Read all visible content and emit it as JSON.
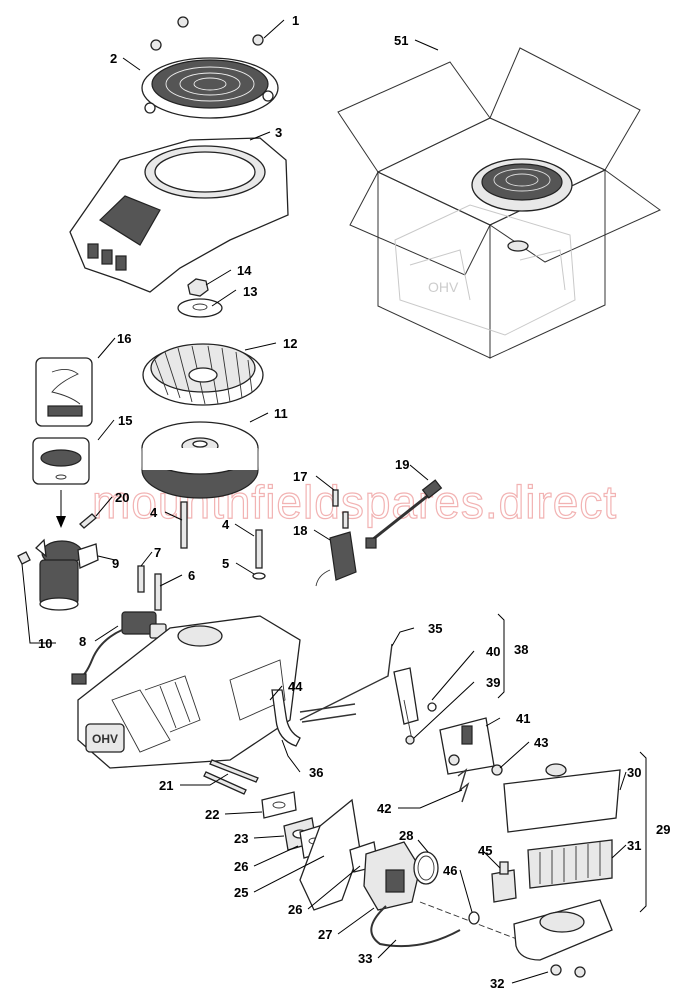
{
  "watermark": "mounthfieldspares.direct",
  "engine_marking": "OHV",
  "callouts": {
    "c1": "1",
    "c2": "2",
    "c3": "3",
    "c4a": "4",
    "c4b": "4",
    "c5": "5",
    "c6": "6",
    "c7": "7",
    "c8": "8",
    "c9": "9",
    "c10": "10",
    "c11": "11",
    "c12": "12",
    "c13": "13",
    "c14": "14",
    "c15": "15",
    "c16": "16",
    "c17": "17",
    "c18": "18",
    "c19": "19",
    "c20": "20",
    "c21": "21",
    "c22": "22",
    "c23": "23",
    "c25": "25",
    "c26a": "26",
    "c26b": "26",
    "c27": "27",
    "c28": "28",
    "c29": "29",
    "c30": "30",
    "c31": "31",
    "c32": "32",
    "c33": "33",
    "c35": "35",
    "c36": "36",
    "c38": "38",
    "c39": "39",
    "c40": "40",
    "c41": "41",
    "c42": "42",
    "c43": "43",
    "c44": "44",
    "c45": "45",
    "c46": "46",
    "c51": "51"
  }
}
